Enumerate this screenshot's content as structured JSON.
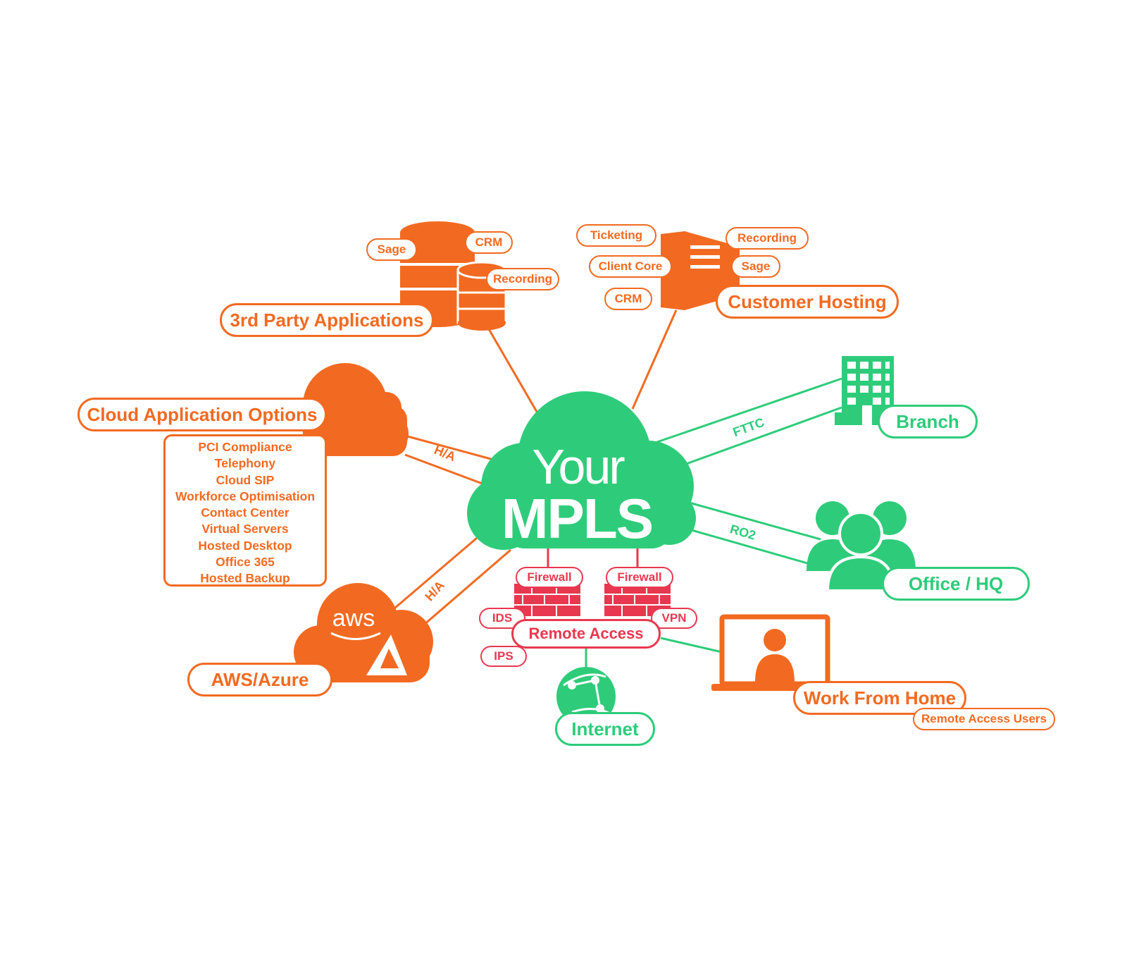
{
  "colors": {
    "orange": "#f26a21",
    "green": "#2ecc7a",
    "red": "#e8384f"
  },
  "center": {
    "line1": "Your",
    "line2": "MPLS"
  },
  "third_party": {
    "title": "3rd Party Applications",
    "tags": {
      "sage": "Sage",
      "crm": "CRM",
      "recording": "Recording"
    },
    "icon": "database-icon"
  },
  "customer_hosting": {
    "title": "Customer Hosting",
    "tags": {
      "ticketing": "Ticketing",
      "client_core": "Client Core",
      "crm": "CRM",
      "recording": "Recording",
      "sage": "Sage"
    },
    "icon": "server-icon"
  },
  "cloud_apps": {
    "title": "Cloud Application Options",
    "items": [
      "PCI Compliance",
      "Telephony",
      "Cloud SIP",
      "Workforce Optimisation",
      "Contact Center",
      "Virtual Servers",
      "Hosted Desktop",
      "Office 365",
      "Hosted Backup"
    ],
    "link": "H/A",
    "icon": "cloud-icon"
  },
  "aws_azure": {
    "title": "AWS/Azure",
    "logo": "aws",
    "link": "H/A"
  },
  "branch": {
    "title": "Branch",
    "link": "FTTC",
    "icon": "building-icon"
  },
  "office": {
    "title": "Office / HQ",
    "link": "RO2",
    "icon": "users-icon"
  },
  "security": {
    "firewall_left": "Firewall",
    "firewall_right": "Firewall",
    "ids": "IDS",
    "vpn": "VPN",
    "ips": "IPS",
    "remote_access": "Remote Access"
  },
  "internet": {
    "title": "Internet",
    "icon": "globe-icon"
  },
  "wfh": {
    "title": "Work From Home",
    "subtitle": "Remote Access Users",
    "icon": "laptop-user-icon"
  }
}
